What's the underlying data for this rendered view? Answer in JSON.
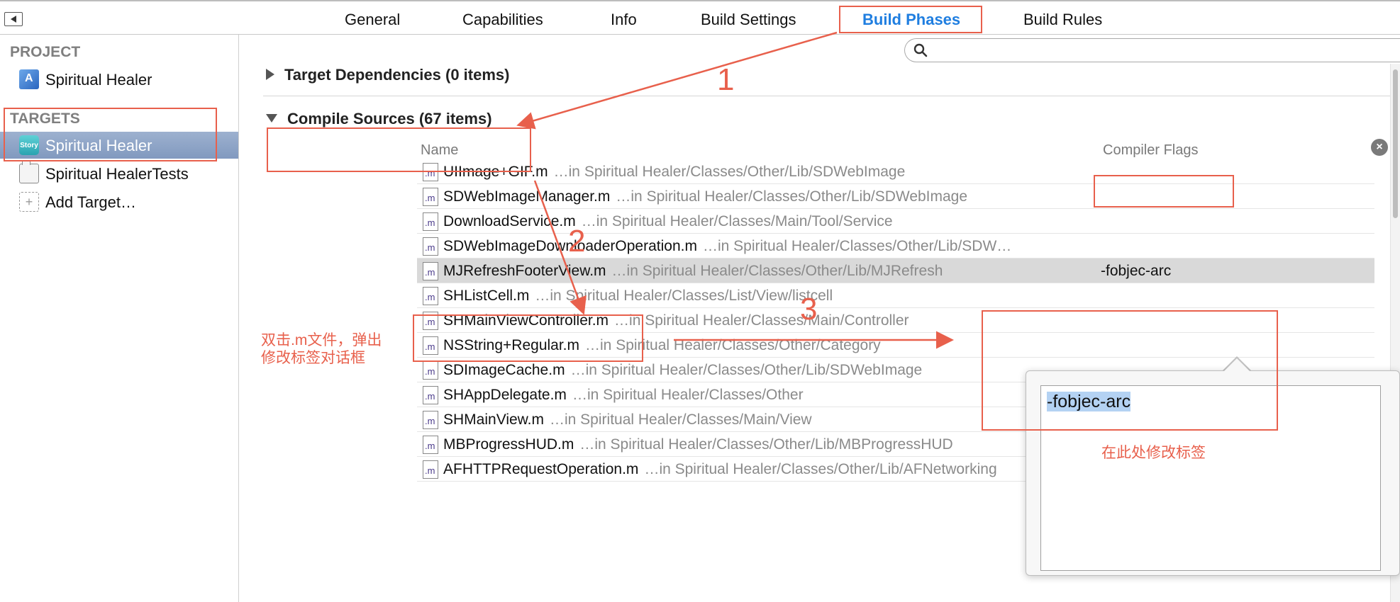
{
  "tabs": [
    "General",
    "Capabilities",
    "Info",
    "Build Settings",
    "Build Phases",
    "Build Rules"
  ],
  "active_tab": "Build Phases",
  "sidebar": {
    "project_header": "PROJECT",
    "project_item": "Spiritual Healer",
    "targets_header": "TARGETS",
    "targets": [
      {
        "label": "Spiritual Healer",
        "icon": "app-icon",
        "icon_text": "Story",
        "selected": true
      },
      {
        "label": "Spiritual HealerTests",
        "icon": "folder-icon",
        "selected": false
      }
    ],
    "add_target": "Add Target…"
  },
  "search": {
    "placeholder": ""
  },
  "phases": {
    "target_dependencies": "Target Dependencies (0 items)",
    "compile_sources": "Compile Sources (67 items)"
  },
  "columns": {
    "name": "Name",
    "flags": "Compiler Flags"
  },
  "files": [
    {
      "name": "UIImage+GIF.m",
      "path": "…in Spiritual Healer/Classes/Other/Lib/SDWebImage",
      "flags": ""
    },
    {
      "name": "SDWebImageManager.m",
      "path": "…in Spiritual Healer/Classes/Other/Lib/SDWebImage",
      "flags": ""
    },
    {
      "name": "DownloadService.m",
      "path": "…in Spiritual Healer/Classes/Main/Tool/Service",
      "flags": ""
    },
    {
      "name": "SDWebImageDownloaderOperation.m",
      "path": "…in Spiritual Healer/Classes/Other/Lib/SDW…",
      "flags": ""
    },
    {
      "name": "MJRefreshFooterView.m",
      "path": "…in Spiritual Healer/Classes/Other/Lib/MJRefresh",
      "flags": "-fobjec-arc"
    },
    {
      "name": "SHListCell.m",
      "path": "…in Spiritual Healer/Classes/List/View/listcell",
      "flags": ""
    },
    {
      "name": "SHMainViewController.m",
      "path": "…in Spiritual Healer/Classes/Main/Controller",
      "flags": ""
    },
    {
      "name": "NSString+Regular.m",
      "path": "…in Spiritual Healer/Classes/Other/Category",
      "flags": ""
    },
    {
      "name": "SDImageCache.m",
      "path": "…in Spiritual Healer/Classes/Other/Lib/SDWebImage",
      "flags": ""
    },
    {
      "name": "SHAppDelegate.m",
      "path": "…in Spiritual Healer/Classes/Other",
      "flags": ""
    },
    {
      "name": "SHMainView.m",
      "path": "…in Spiritual Healer/Classes/Main/View",
      "flags": ""
    },
    {
      "name": "MBProgressHUD.m",
      "path": "…in Spiritual Healer/Classes/Other/Lib/MBProgressHUD",
      "flags": ""
    },
    {
      "name": "AFHTTPRequestOperation.m",
      "path": "…in Spiritual Healer/Classes/Other/Lib/AFNetworking",
      "flags": ""
    }
  ],
  "popover": {
    "value": "-fobjec-arc"
  },
  "annotations": {
    "num1": "1",
    "num2": "2",
    "num3": "3",
    "note_left_line1": "双击.m文件，弹出",
    "note_left_line2": "修改标签对话框",
    "note_popover": "在此处修改标签"
  },
  "colors": {
    "accent": "#1f7ee0",
    "annotation": "#e8604c",
    "selection": "#8199bf"
  }
}
